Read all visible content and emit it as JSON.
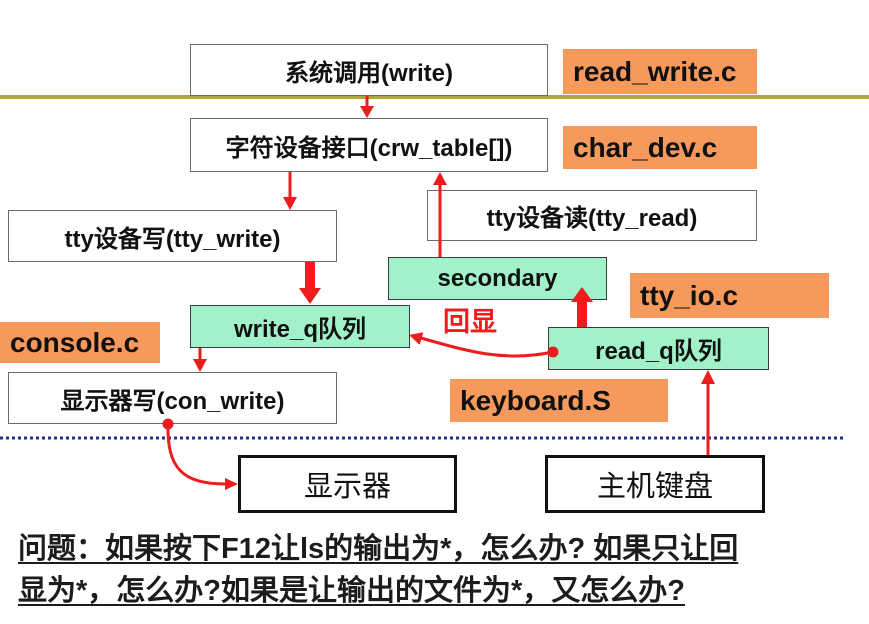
{
  "slide": {
    "boxes": {
      "syscall": "系统调用(write)",
      "char_dev_interface": "字符设备接口(crw_table[])",
      "tty_read": "tty设备读(tty_read)",
      "tty_write": "tty设备写(tty_write)",
      "secondary": "secondary",
      "write_q": "write_q队列",
      "read_q": "read_q队列",
      "con_write": "显示器写(con_write)",
      "display": "显示器",
      "host_keyboard": "主机键盘"
    },
    "source_files": {
      "read_write": "read_write.c",
      "char_dev": "char_dev.c",
      "tty_io": "tty_io.c",
      "console": "console.c",
      "keyboard": "keyboard.S"
    },
    "echo_label": "回显",
    "question": [
      "问题：如果按下F12让ls的输出为*，怎么办? 如果只让回",
      "显为*，怎么办?如果是让输出的文件为*，又怎么办?"
    ]
  },
  "colors": {
    "arrow_red": "#ee1c1c",
    "file_label_orange": "#f6995c",
    "queue_box_green": "#a2f2c9",
    "top_divider_olive": "#aea83a",
    "bottom_divider_navy": "#22308a"
  }
}
